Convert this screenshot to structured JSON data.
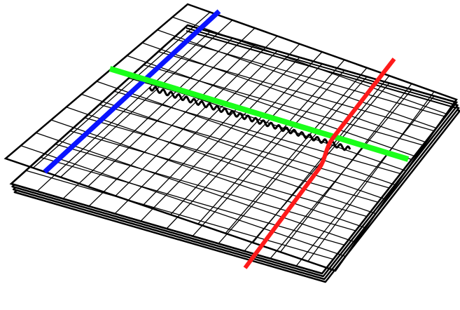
{
  "diagram": {
    "kind": "stacked-grid-sheets",
    "colors": {
      "sheet_fill": "#ffffff",
      "outline": "#000000",
      "blue_line": "#0a14ff",
      "green_line": "#1aff1a",
      "red_line": "#ff1a1a",
      "wavy_line": "#000000"
    },
    "layers": [
      {
        "name": "bottom-sheet"
      },
      {
        "name": "middle-sheet"
      },
      {
        "name": "top-grid-sheet"
      }
    ],
    "grid_divisions": {
      "u": 12,
      "v": 12
    },
    "lines": [
      {
        "name": "blue-line",
        "color_key": "blue_line"
      },
      {
        "name": "green-line",
        "color_key": "green_line"
      },
      {
        "name": "red-line",
        "color_key": "red_line"
      },
      {
        "name": "wavy-line",
        "color_key": "wavy_line"
      }
    ]
  }
}
